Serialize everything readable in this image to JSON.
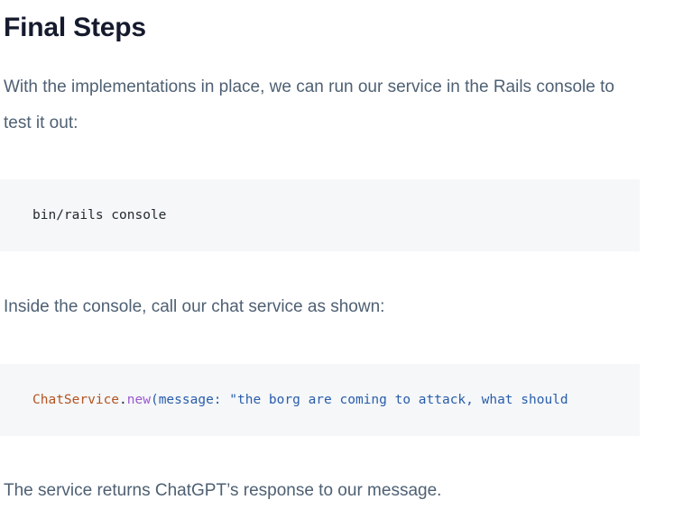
{
  "article": {
    "title": "Final Steps",
    "paragraphs": {
      "intro": "With the implementations in place, we can run our service in the Rails console to test it out:",
      "middle": "Inside the console, call our chat service as shown:",
      "closing": "The service returns ChatGPT’s response to our message."
    },
    "code_blocks": [
      {
        "name": "rails-console-command",
        "language": "shell",
        "content": "bin/rails console"
      },
      {
        "name": "chat-service-invocation",
        "language": "ruby",
        "content": "ChatService.new(message: \"the borg are coming to attack, what should",
        "tokens": {
          "constant": "ChatService",
          "dot": ".",
          "method": "new",
          "rest": "(message: \"the borg are coming to attack, what should"
        }
      }
    ]
  },
  "colors": {
    "heading": "#151a2d",
    "body_text": "#4e6073",
    "code_background": "#f5f7f9",
    "code_text": "#24292e",
    "syntax_constant": "#b5531e",
    "syntax_method": "#9b59d0",
    "syntax_plain": "#2a5dab",
    "page_background": "#ffffff"
  }
}
